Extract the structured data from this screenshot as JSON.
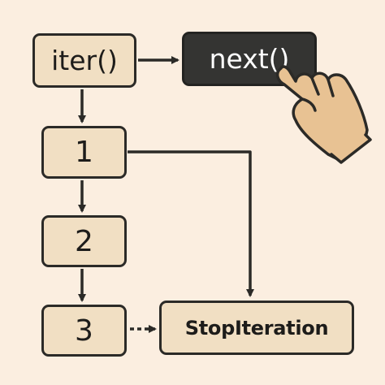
{
  "diagram": {
    "nodes": {
      "iter": {
        "label": "iter()"
      },
      "next": {
        "label": "next()"
      },
      "one": {
        "label": "1"
      },
      "two": {
        "label": "2"
      },
      "three": {
        "label": "3"
      },
      "stop": {
        "label": "StopIteration"
      }
    },
    "edges": [
      {
        "from": "iter",
        "to": "next",
        "style": "solid"
      },
      {
        "from": "iter",
        "to": "one",
        "style": "solid"
      },
      {
        "from": "one",
        "to": "two",
        "style": "solid"
      },
      {
        "from": "two",
        "to": "three",
        "style": "solid"
      },
      {
        "from": "one",
        "to": "stop",
        "style": "solid"
      },
      {
        "from": "three",
        "to": "stop",
        "style": "dashed"
      }
    ],
    "icons": [
      "pointing-hand-icon"
    ],
    "colors": {
      "background": "#fbeee0",
      "node_fill": "#f1dfc3",
      "highlight_node_fill": "#343432",
      "stroke": "#2b2a27",
      "hand_fill": "#e8c293"
    }
  }
}
